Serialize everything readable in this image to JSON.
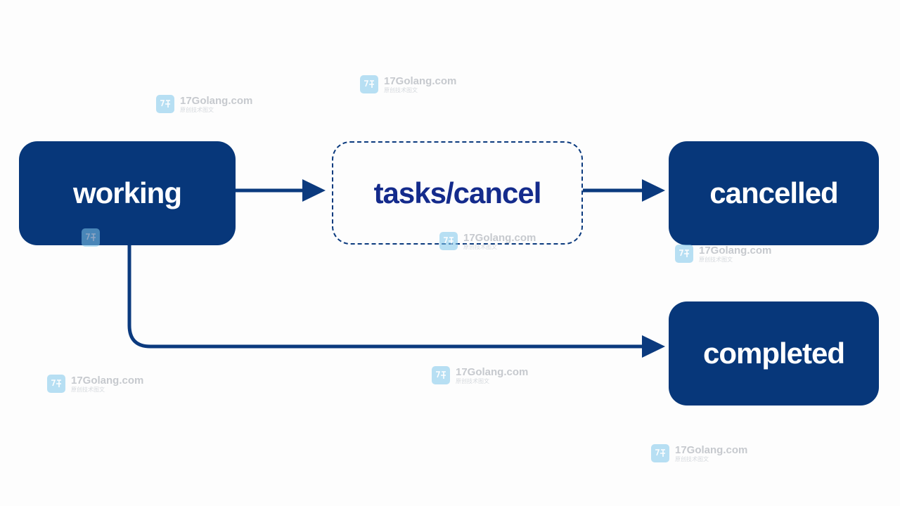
{
  "diagram": {
    "nodes": {
      "working": "working",
      "tasks_cancel": "tasks/cancel",
      "cancelled": "cancelled",
      "completed": "completed"
    },
    "edges": [
      {
        "from": "working",
        "to": "tasks/cancel"
      },
      {
        "from": "tasks/cancel",
        "to": "cancelled"
      },
      {
        "from": "working",
        "to": "completed"
      }
    ]
  },
  "watermark": {
    "title": "17Golang.com",
    "subtitle": "原创技术图文"
  },
  "colors": {
    "node_fill": "#07377a",
    "arrow": "#0b3a7e",
    "dashed_text": "#142b8c",
    "background": "#fdfdfd"
  }
}
